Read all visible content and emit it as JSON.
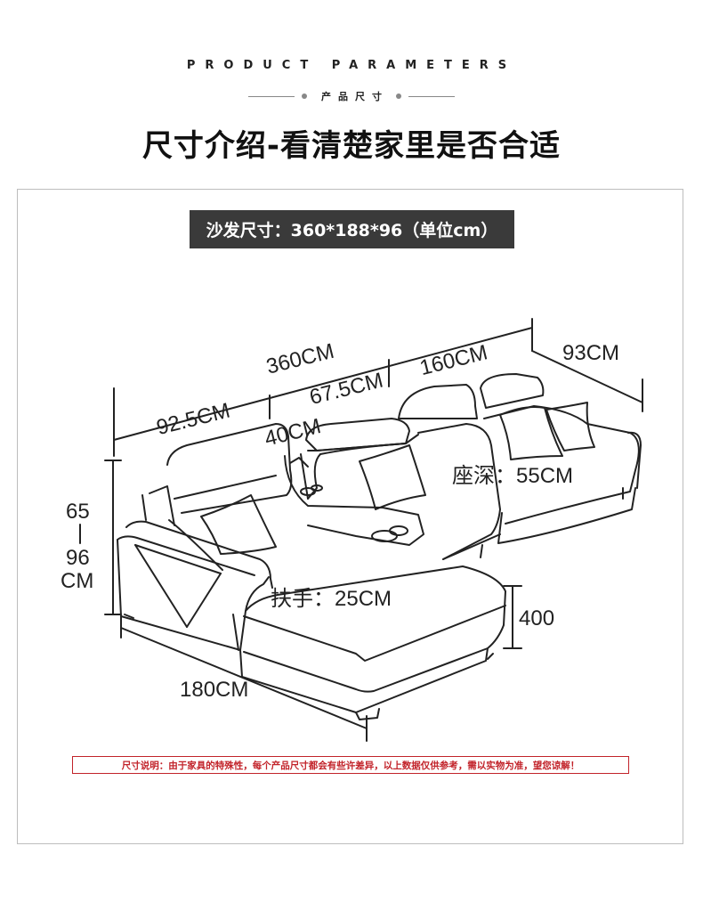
{
  "header": {
    "eyebrow": "PRODUCT PARAMETERS",
    "subtitle": "产品尺寸",
    "title": "尺寸介绍-看清楚家里是否合适"
  },
  "banner": {
    "text": "沙发尺寸：360*188*96（单位cm）"
  },
  "dimensions": {
    "total_length": "360CM",
    "right_section": "160CM",
    "depth": "93CM",
    "left_section": "92.5CM",
    "console": "67.5CM",
    "console_width": "40CM",
    "seat_height": "65",
    "total_height": "96",
    "height_unit": "CM",
    "seat_depth": "座深：55CM",
    "armrest": "扶手：25CM",
    "chaise_height": "400",
    "chaise_length": "180CM"
  },
  "note": {
    "text": "尺寸说明：由于家具的特殊性，每个产品尺寸都会有些许差异，以上数据仅供参考，需以实物为准，望您谅解！"
  },
  "colors": {
    "banner_bg": "#3a3a3a",
    "note_red": "#c2232a",
    "line": "#222222"
  }
}
